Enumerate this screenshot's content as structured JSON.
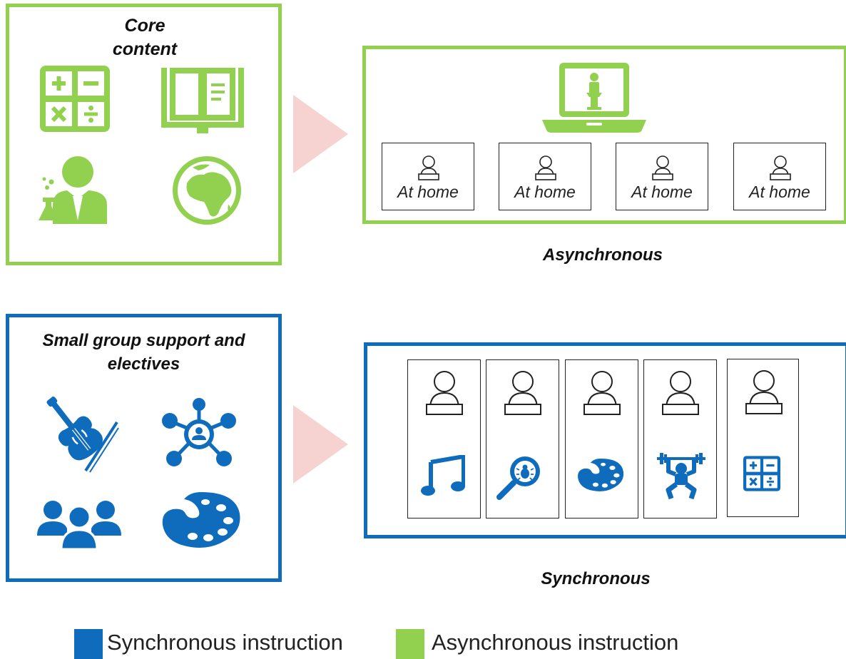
{
  "core": {
    "title": "Core content"
  },
  "async_panel": {
    "caption": "Asynchronous",
    "cells": [
      "At home",
      "At home",
      "At home",
      "At home"
    ]
  },
  "small_group": {
    "title": "Small group support and electives"
  },
  "sync_panel": {
    "caption": "Synchronous",
    "icons": [
      "music-note-icon",
      "bug-search-icon",
      "palette-icon",
      "weightlifter-icon",
      "calculator-icon"
    ]
  },
  "legend": [
    {
      "label": "Synchronous instruction",
      "color": "#0f6cbd"
    },
    {
      "label": "Asynchronous instruction",
      "color": "#92d050"
    }
  ],
  "colors": {
    "green": "#92d050",
    "blue": "#0f6cbd",
    "arrow": "#f6d3d0"
  }
}
